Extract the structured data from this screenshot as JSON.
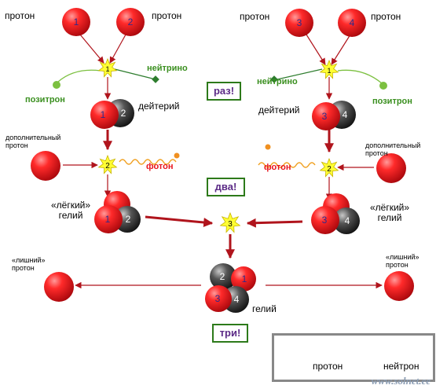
{
  "labels": {
    "proton_1": "протон",
    "proton_2": "протон",
    "proton_3": "протон",
    "proton_4": "протон",
    "neutrino_left": "нейтрино",
    "neutrino_right": "нейтрино",
    "positron_left": "позитрон",
    "positron_right": "позитрон",
    "deuterium_left": "дейтерий",
    "deuterium_right": "дейтерий",
    "extra_proton_left": "дополнительный\nпротон",
    "extra_proton_right": "дополнительный\nпротон",
    "photon_left": "фотон",
    "photon_right": "фотон",
    "light_helium_left": "«лёгкий»\nгелий",
    "light_helium_right": "«лёгкий»\nгелий",
    "leftover_proton_left": "«лишний»\nпротон",
    "leftover_proton_right": "«лишний»\nпротон",
    "helium": "гелий"
  },
  "steps": {
    "one": "раз!",
    "two": "два!",
    "three": "три!"
  },
  "numbers": {
    "p1": "1",
    "p2": "2",
    "p3": "3",
    "p4": "4",
    "star1_left": "1",
    "star1_right": "1",
    "star2_left": "2",
    "star2_right": "2",
    "star3": "3",
    "d_left_p": "1",
    "d_left_n": "2",
    "d_right_p": "3",
    "d_right_n": "4",
    "lh_left_p": "1",
    "lh_left_n": "2",
    "lh_right_p": "3",
    "lh_right_n": "4",
    "he_n2": "2",
    "he_p1": "1",
    "he_p3": "3",
    "he_n4": "4"
  },
  "legend": {
    "proton": "протон",
    "neutron": "нейтрон"
  },
  "watermark": "www.solnet.ee",
  "colors": {
    "proton": "#e8141c",
    "neutron": "#3a3a3a",
    "arrow": "#b0141c",
    "photon": "#f0a020",
    "neutrino": "#2e7d2e",
    "positron": "#7cc040",
    "star": "#ffff33",
    "step_border": "#2d7a1a",
    "step_text": "#5b2a86",
    "number_text": "#2b2b8c"
  }
}
